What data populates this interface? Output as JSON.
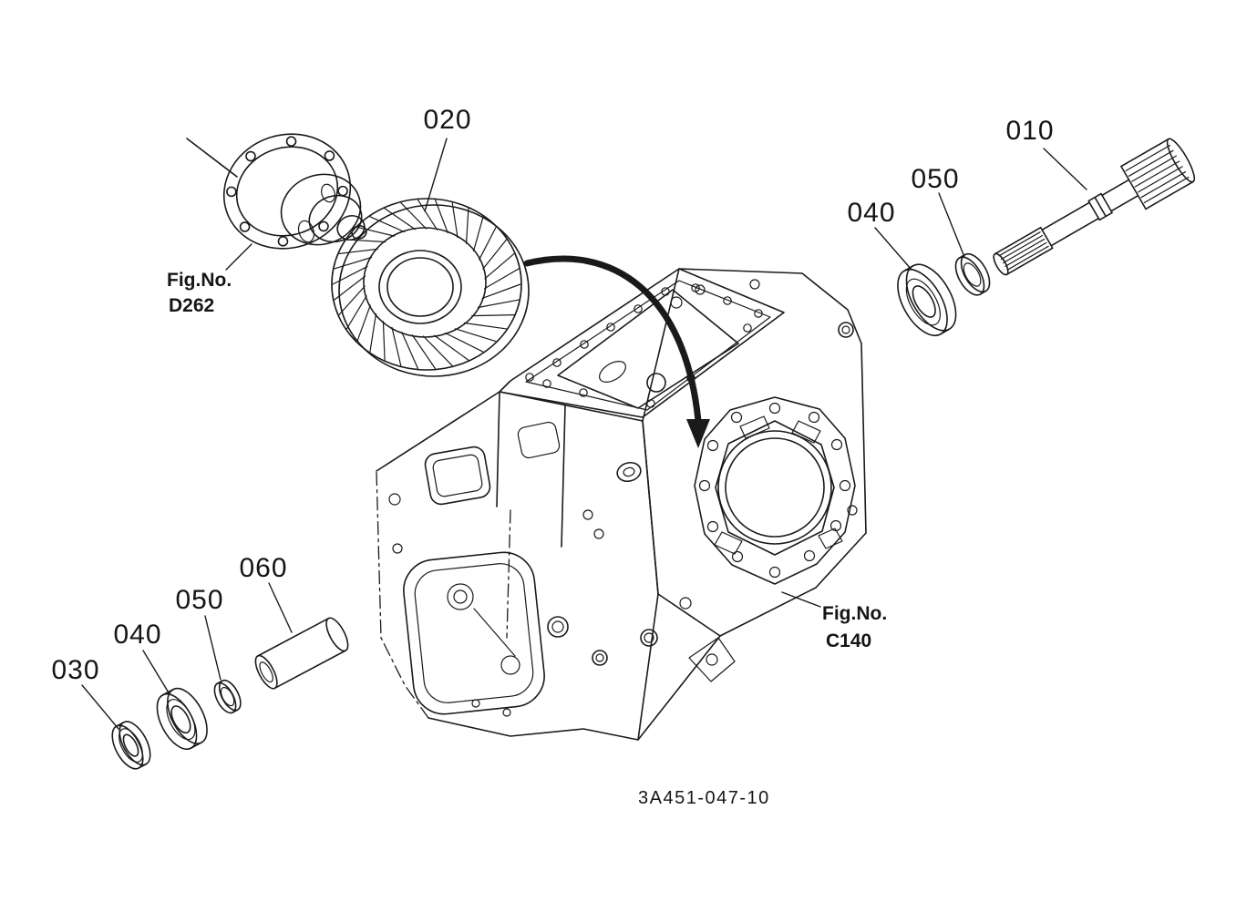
{
  "drawing_number": "3A451-047-10",
  "labels": {
    "c010": "010",
    "c020": "020",
    "c030": "030",
    "c040_top": "040",
    "c050_top": "050",
    "c040_bottom": "040",
    "c050_bottom": "050",
    "c060": "060"
  },
  "figure_references": {
    "d262_line1": "Fig.No.",
    "d262_line2": "D262",
    "c140_line1": "Fig.No.",
    "c140_line2": "C140"
  },
  "colors": {
    "line": "#1a1a1a",
    "background": "#ffffff"
  }
}
